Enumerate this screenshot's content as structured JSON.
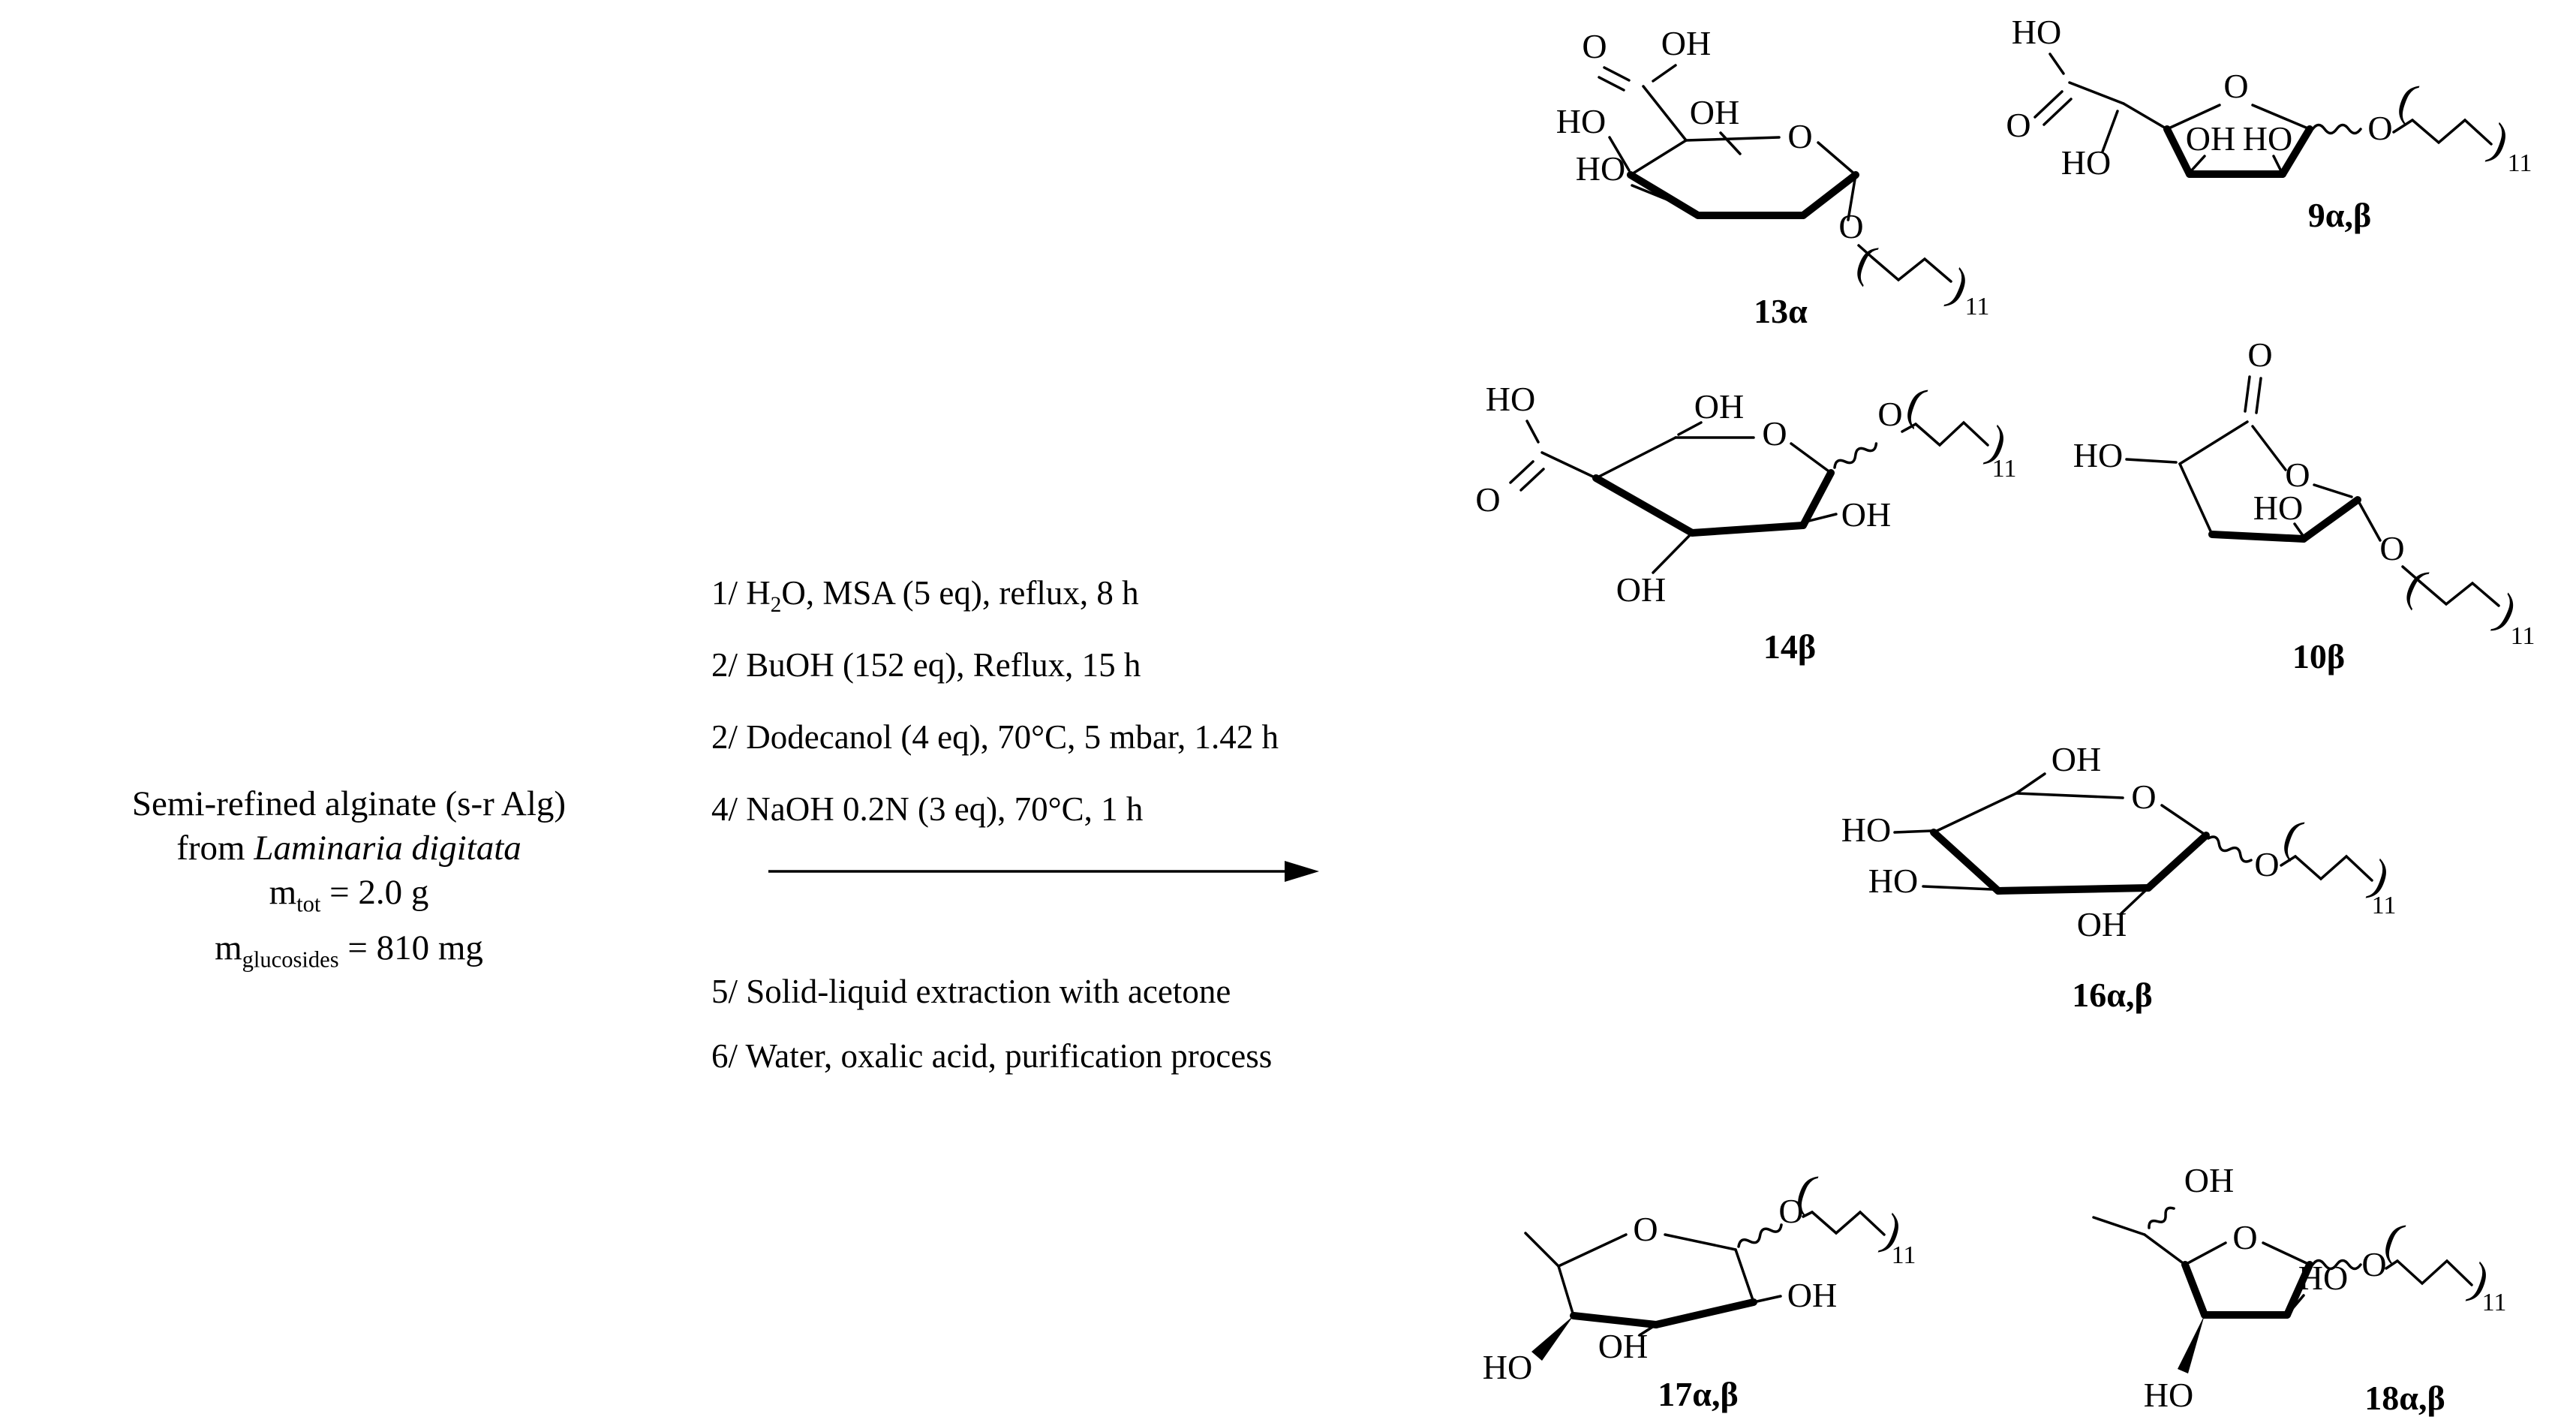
{
  "source": {
    "line1": "Semi-refined alginate (s-r Alg)",
    "line2_prefix": "from ",
    "line2_italic": "Laminaria digitata",
    "m1_base": "m",
    "m1_sub": "tot",
    "m1_rest": " = 2.0 g",
    "m2_base": "m",
    "m2_sub": "glucosides",
    "m2_rest": " = 810 mg"
  },
  "conditions": {
    "step1_pre": "1/ H",
    "step1_sub": "2",
    "step1_post": "O, MSA (5 eq), reflux, 8 h",
    "step2": "2/ BuOH (152 eq), Reflux, 15 h",
    "step3": "2/ Dodecanol (4 eq), 70°C, 5 mbar, 1.42 h",
    "step4": "4/ NaOH 0.2N (3 eq), 70°C, 1 h",
    "step5": "5/ Solid-liquid extraction with acetone",
    "step6": "6/ Water, oxalic acid, purification process"
  },
  "atoms": {
    "HO": "HO",
    "OH": "OH",
    "O": "O",
    "repeat": "11",
    "lparen": "(",
    "rparen": ")"
  },
  "products": {
    "p13": {
      "label": "13α"
    },
    "p9": {
      "label": "9α,β"
    },
    "p14": {
      "label": "14β"
    },
    "p10": {
      "label": "10β"
    },
    "p16": {
      "label": "16α,β"
    },
    "p17": {
      "label": "17α,β"
    },
    "p18": {
      "label": "18α,β"
    }
  }
}
